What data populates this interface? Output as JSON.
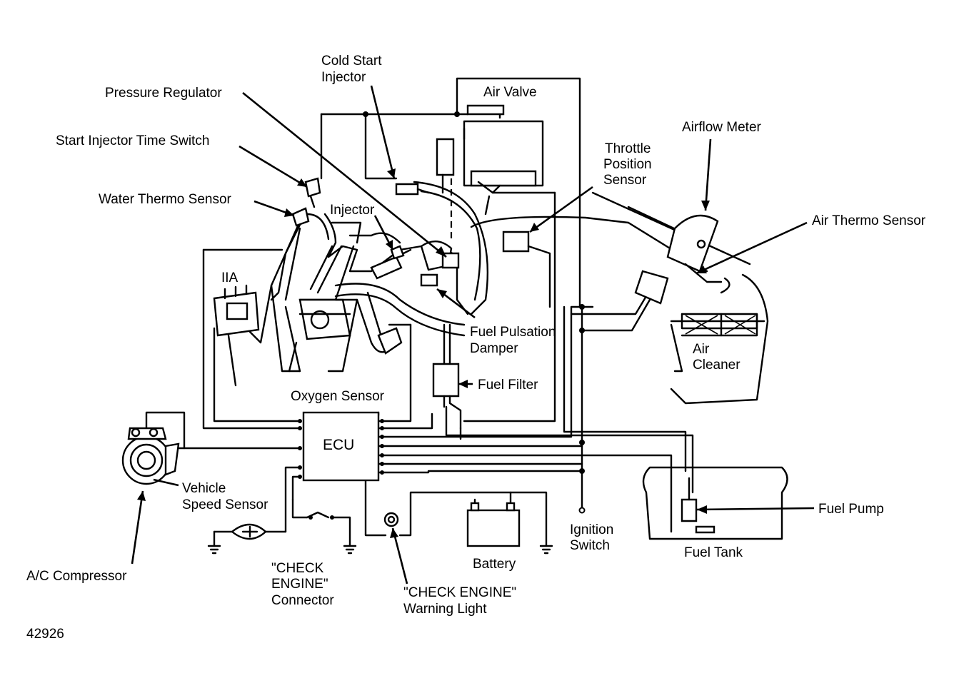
{
  "labels": {
    "cold_start_injector_1": "Cold Start",
    "cold_start_injector_2": "Injector",
    "air_valve": "Air Valve",
    "pressure_regulator": "Pressure Regulator",
    "start_injector_time_switch": "Start Injector Time Switch",
    "water_thermo_sensor": "Water Thermo Sensor",
    "injector": "Injector",
    "iia": "IIA",
    "throttle_position_sensor_1": "Throttle",
    "throttle_position_sensor_2": "Position",
    "throttle_position_sensor_3": "Sensor",
    "airflow_meter": "Airflow Meter",
    "air_thermo_sensor": "Air Thermo Sensor",
    "fuel_pulsation_damper_1": "Fuel Pulsation",
    "fuel_pulsation_damper_2": "Damper",
    "air_cleaner_1": "Air",
    "air_cleaner_2": "Cleaner",
    "fuel_filter": "Fuel Filter",
    "oxygen_sensor": "Oxygen Sensor",
    "ecu": "ECU",
    "vehicle_speed_sensor_1": "Vehicle",
    "vehicle_speed_sensor_2": "Speed Sensor",
    "fuel_pump": "Fuel Pump",
    "ignition_switch_1": "Ignition",
    "ignition_switch_2": "Switch",
    "fuel_tank": "Fuel Tank",
    "battery": "Battery",
    "ac_compressor": "A/C Compressor",
    "check_engine_connector_1": "\"CHECK",
    "check_engine_connector_2": "ENGINE\"",
    "check_engine_connector_3": "Connector",
    "check_engine_light_1": "\"CHECK ENGINE\"",
    "check_engine_light_2": "Warning Light",
    "figure_number": "42926"
  }
}
